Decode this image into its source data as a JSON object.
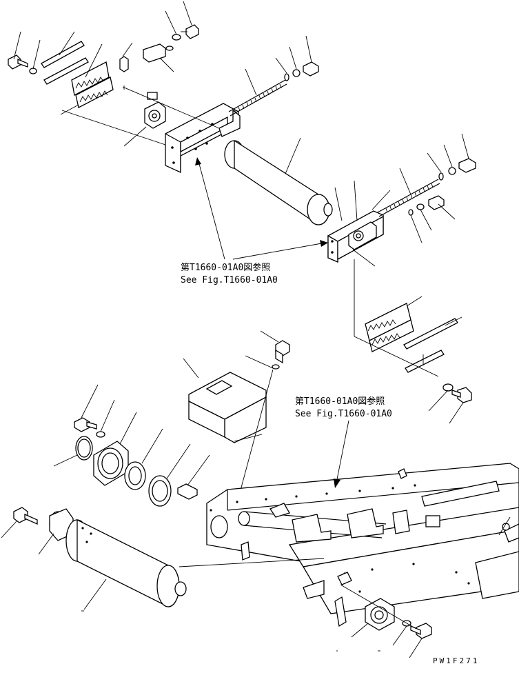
{
  "references": [
    {
      "jp": "第T1660-01A0図参照",
      "en": "See Fig.T1660-01A0"
    },
    {
      "jp": "第T1660-01A0図参照",
      "en": "See Fig.T1660-01A0"
    }
  ],
  "drawing_code": "PW1F271"
}
